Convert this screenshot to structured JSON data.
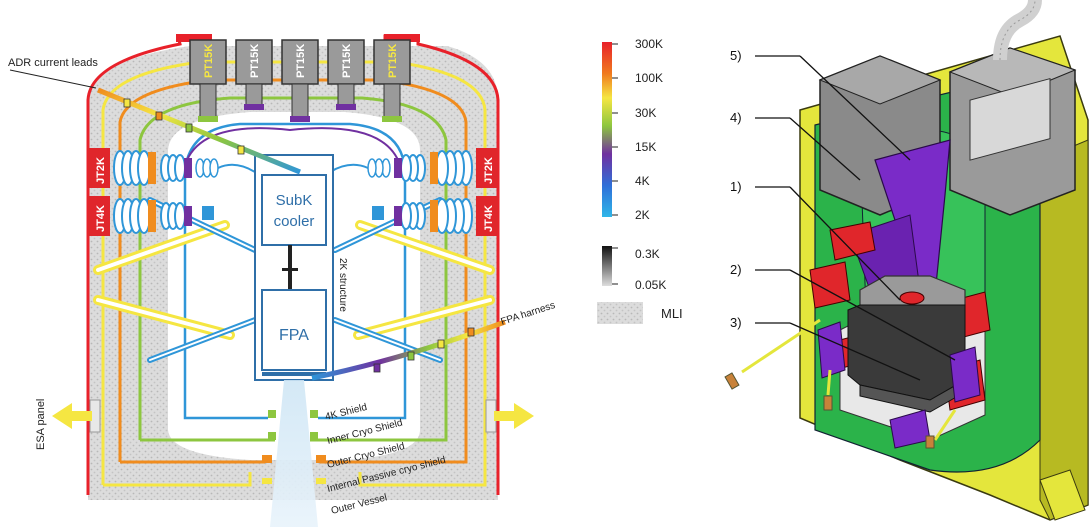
{
  "left": {
    "pt_labels": [
      "PT15K",
      "PT15K",
      "PT15K",
      "PT15K",
      "PT15K"
    ],
    "jt_labels": [
      "JT2K",
      "JT4K",
      "JT2K",
      "JT4K"
    ],
    "subk_line1": "SubK",
    "subk_line2": "cooler",
    "fpa_label": "FPA",
    "structure_label": "2K structure",
    "adr_label": "ADR current leads",
    "fpa_harness_label": "FPA harness",
    "esa_panel_label": "ESA panel",
    "shield_labels": [
      "4K Shield",
      "Inner Cryo Shield",
      "Outer Cryo Shield",
      "Internal Passive cryo shield",
      "Outer Vessel"
    ]
  },
  "legend": {
    "temp_labels": [
      "300K",
      "100K",
      "30K",
      "15K",
      "4K",
      "2K"
    ],
    "low_temp_labels": [
      "0.3K",
      "0.05K"
    ],
    "mli_label": "MLI"
  },
  "right": {
    "callouts": [
      "5)",
      "4)",
      "1)",
      "2)",
      "3)"
    ]
  },
  "colors": {
    "outer_vessel": "#e8212a",
    "passive_shield": "#f5e642",
    "outer_cryo": "#f08c1e",
    "inner_cryo": "#8dc63f",
    "shield_4k": "#7030a0",
    "cold": "#2f96d8",
    "mli": "#d8d8d8",
    "cad_yellow": "#e4e63c",
    "cad_green": "#2bb34a",
    "cad_purple": "#7a2bc8",
    "cad_red": "#e0262b",
    "cad_grey": "#8a8a8a"
  }
}
